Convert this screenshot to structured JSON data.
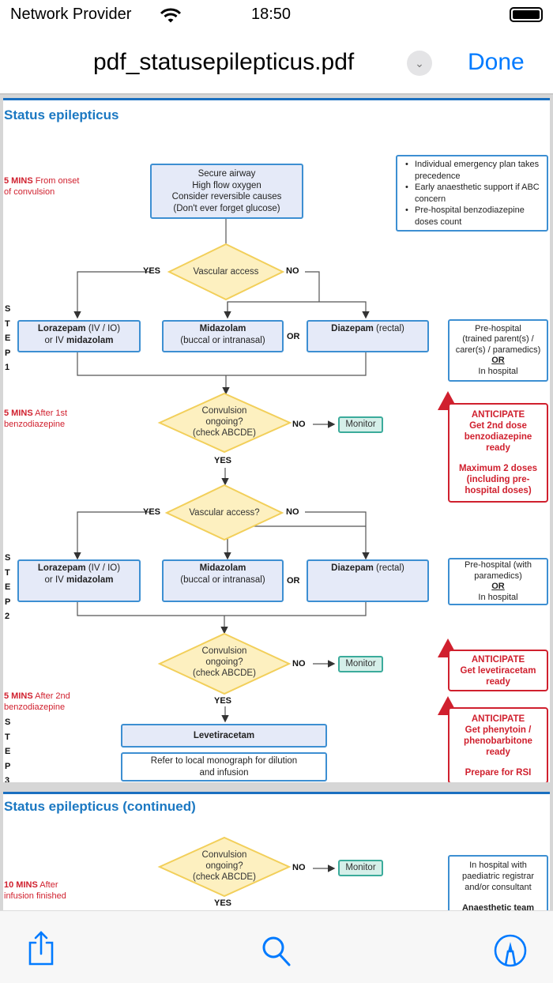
{
  "status_bar": {
    "carrier": "Network Provider",
    "time": "18:50"
  },
  "nav": {
    "title": "pdf_statusepilepticus.pdf",
    "done": "Done"
  },
  "page1": {
    "title": "Status epilepticus",
    "time1": {
      "bold": "5 MINS",
      "text1": "From onset",
      "text2": "of convulsion"
    },
    "start_box": [
      "Secure airway",
      "High flow oxygen",
      "Consider reversible causes",
      "(Don't ever forget glucose)"
    ],
    "info_box": [
      "Individual emergency plan takes precedence",
      "Early anaesthetic support if ABC concern",
      "Pre-hospital benzodiazepine doses count"
    ],
    "vascular1": "Vascular access",
    "yes": "YES",
    "no": "NO",
    "or": "OR",
    "step_letters": [
      "S",
      "T",
      "E",
      "P"
    ],
    "step1": {
      "number": "1",
      "lorazepam": {
        "name": "Lorazepam",
        "route": "(IV / IO)",
        "or_iv": "or IV",
        "alt": "midazolam"
      },
      "midazolam": {
        "name": "Midazolam",
        "route": "(buccal or intranasal)"
      },
      "diazepam": {
        "name": "Diazepam",
        "route": "(rectal)"
      },
      "setting": {
        "line1": "Pre-hospital",
        "line2": "(trained parent(s) /",
        "line3": "carer(s) / paramedics)",
        "or": "OR",
        "line4": "In hospital"
      }
    },
    "time2": {
      "bold": "5 MINS",
      "text1": "After 1st",
      "text2": "benzodiazepine"
    },
    "convulsion": [
      "Convulsion",
      "ongoing?",
      "(check ABCDE)"
    ],
    "monitor": "Monitor",
    "anticipate1": {
      "title": "ANTICIPATE",
      "lines": [
        "Get 2nd dose",
        "benzodiazepine",
        "ready"
      ],
      "lines2": [
        "Maximum 2 doses",
        "(including pre-",
        "hospital doses)"
      ]
    },
    "vascular2": "Vascular access?",
    "step2": {
      "number": "2",
      "setting": {
        "line1": "Pre-hospital (with",
        "line2": "paramedics)",
        "or": "OR",
        "line3": "In hospital"
      }
    },
    "time3": {
      "bold": "5 MINS",
      "text1": "After 2nd",
      "text2": "benzodiazepine"
    },
    "anticipate2": {
      "title": "ANTICIPATE",
      "lines": [
        "Get levetiracetam",
        "ready"
      ]
    },
    "anticipate3": {
      "title": "ANTICIPATE",
      "lines": [
        "Get phenytoin /",
        "phenobarbitone",
        "ready"
      ],
      "line_last": "Prepare for RSI"
    },
    "step3": {
      "number": "3",
      "drug": "Levetiracetam",
      "note": "Refer to local monograph for dilution and infusion"
    }
  },
  "page2": {
    "title": "Status epilepticus (continued)",
    "time": {
      "bold": "10 MINS",
      "text1": "After",
      "text2": "infusion finished"
    },
    "setting": {
      "lines": [
        "In hospital with",
        "paediatric registrar",
        "and/or consultant"
      ],
      "team": "Anaesthetic team"
    }
  },
  "colors": {
    "accent": "#007aff",
    "heading": "#1b78c2",
    "warning": "#d0202e",
    "box_border": "#3d8fd2",
    "decision_fill": "#fdf0c0"
  },
  "toolbar": {
    "icons": [
      "share-icon",
      "search-icon",
      "markup-icon"
    ]
  }
}
